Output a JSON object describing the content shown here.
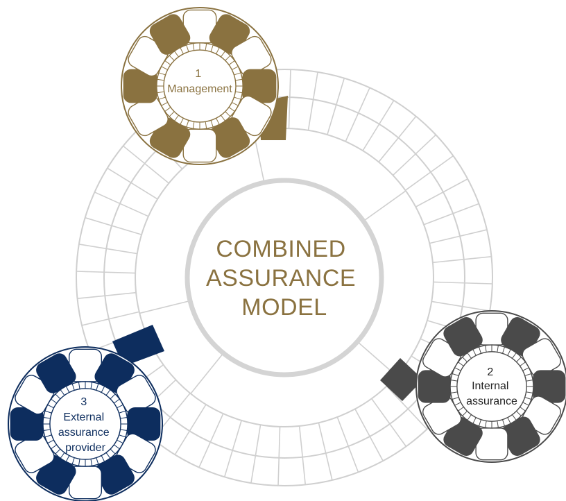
{
  "diagram": {
    "center_lines": [
      "COMBINED",
      "ASSURANCE",
      "MODEL"
    ],
    "chips": [
      {
        "id": "management",
        "lines": [
          "1",
          "Management"
        ],
        "color": "#8a7240"
      },
      {
        "id": "internal",
        "lines": [
          "2",
          "Internal",
          "assurance"
        ],
        "color": "#4a4a4a"
      },
      {
        "id": "external",
        "lines": [
          "3",
          "External",
          "assurance",
          "provider"
        ],
        "color": "#0d2d5e"
      }
    ],
    "colors": {
      "ring_lines": "#cfcfcf",
      "center_ring": "#d4d4d4",
      "center_text": "#8a7240",
      "background": "#ffffff"
    }
  }
}
